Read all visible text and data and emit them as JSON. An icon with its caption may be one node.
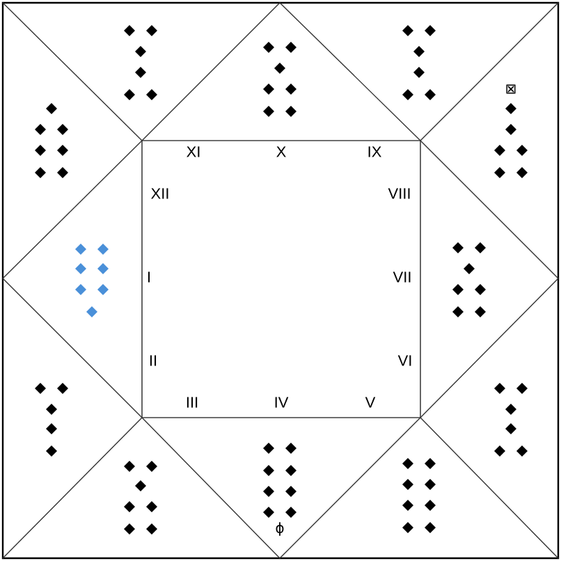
{
  "diagram": {
    "labels": [
      "⊠",
      "XI",
      "X",
      "IX",
      "XII",
      "VIII",
      "I",
      "VII",
      "II",
      "VI",
      "III",
      "IV",
      "V",
      "ϕ"
    ]
  }
}
